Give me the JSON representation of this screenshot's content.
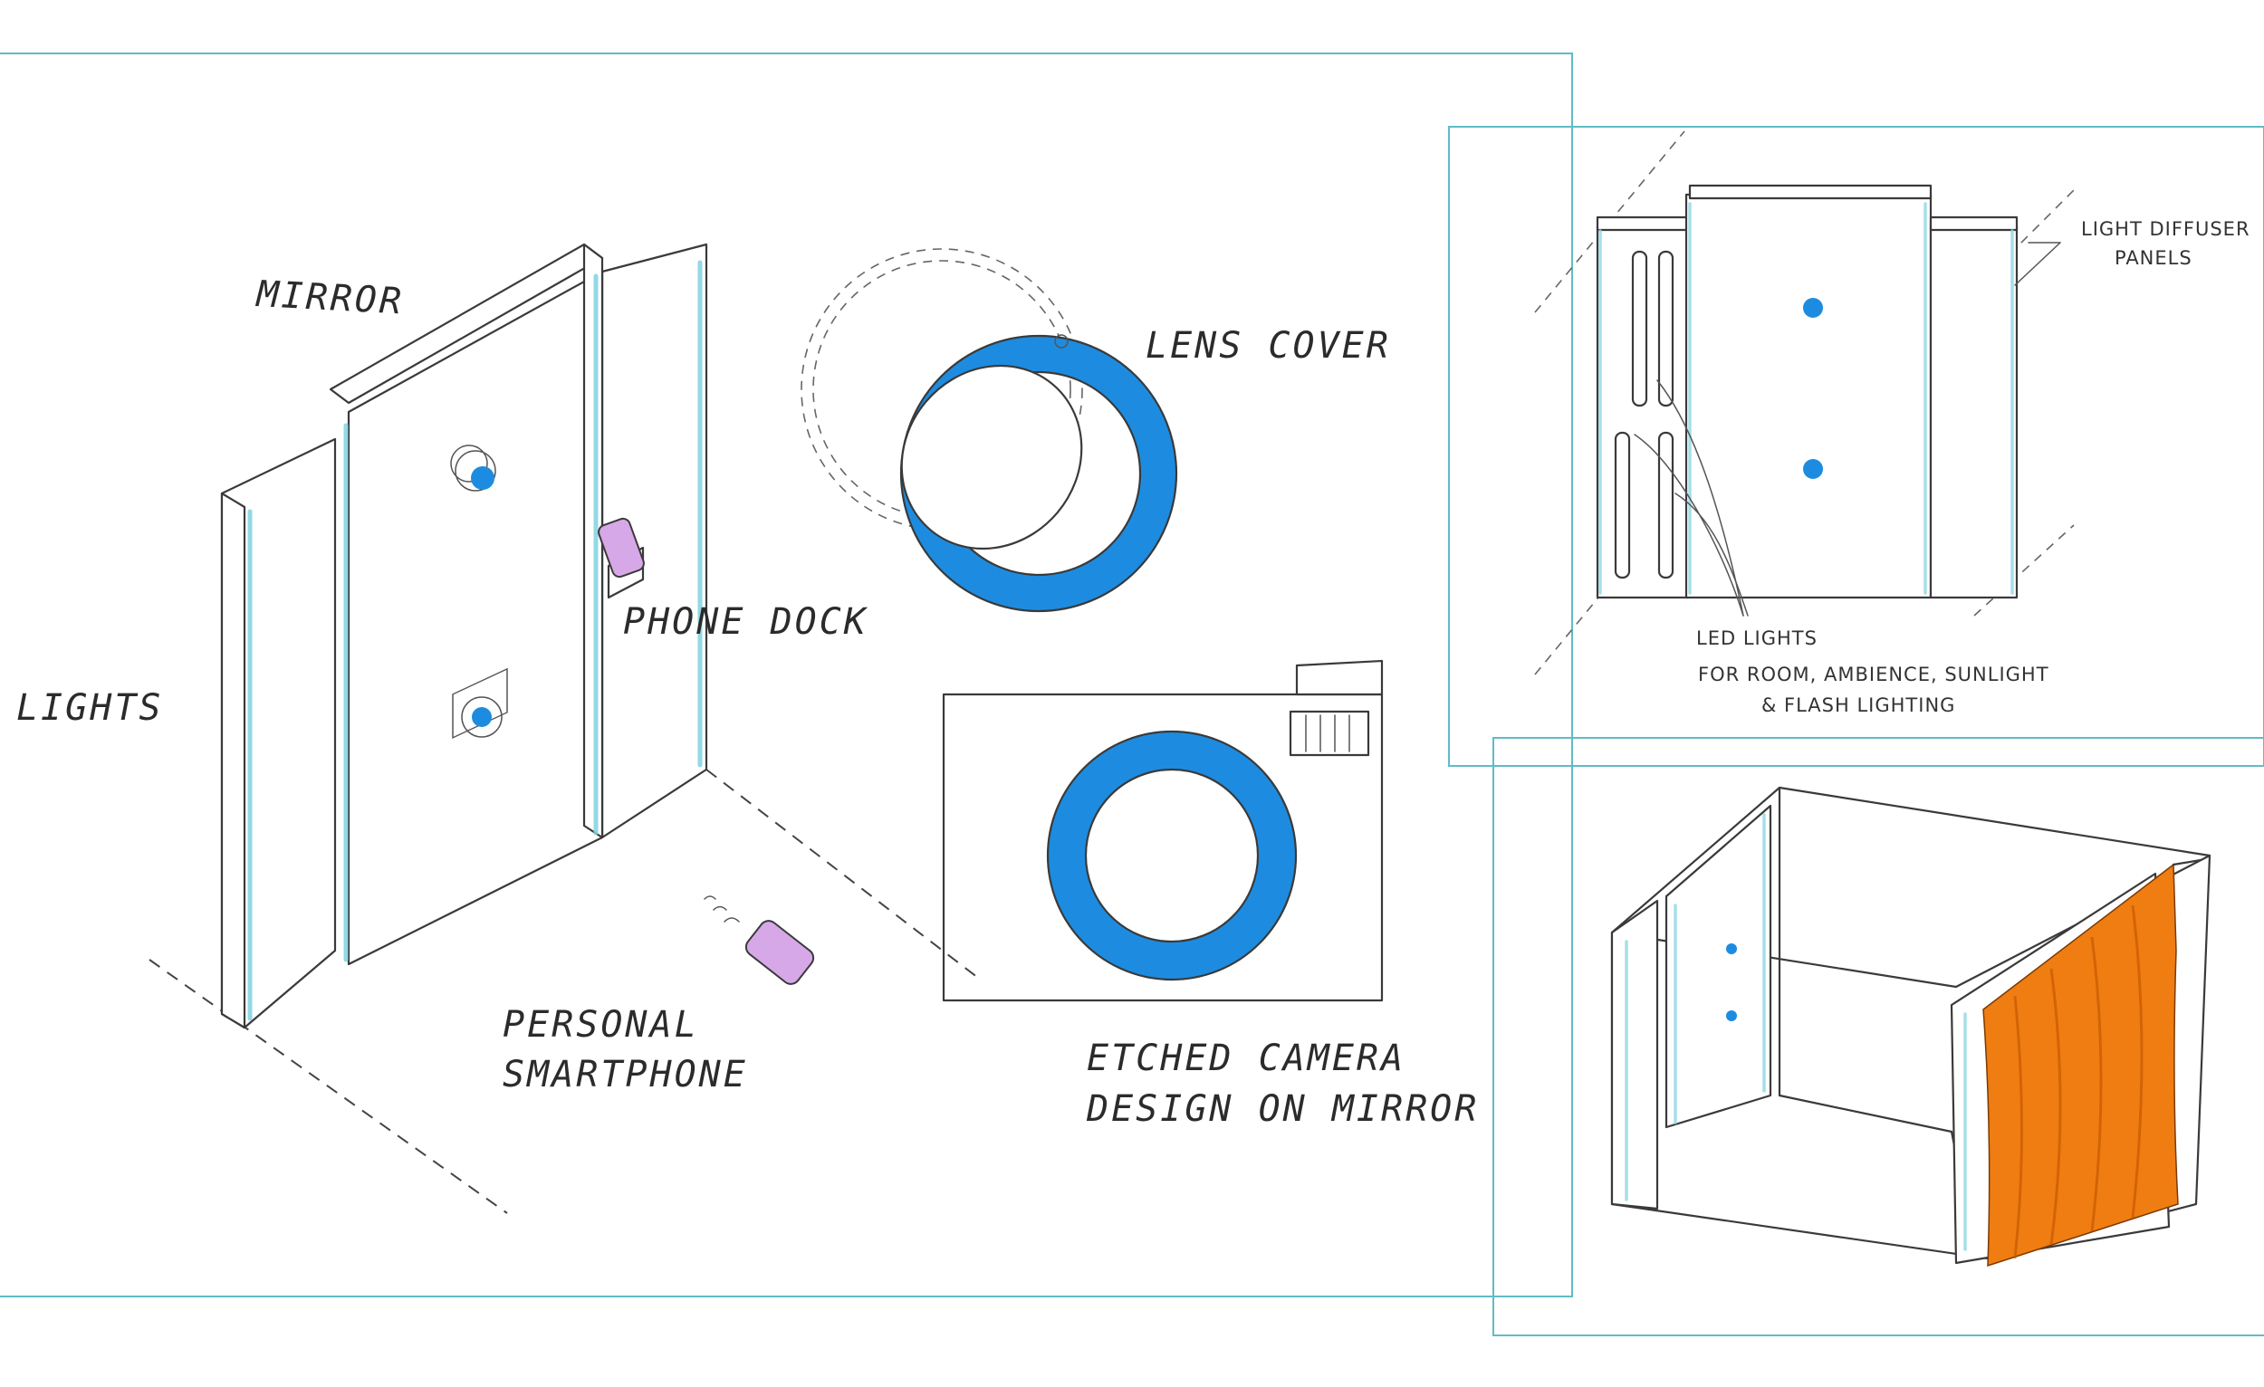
{
  "labels": {
    "mirror": "MIRROR",
    "lights": "LIGHTS",
    "phone_dock": "PHONE DOCK",
    "lens_cover": "LENS COVER",
    "personal_smartphone_line1": "PERSONAL",
    "personal_smartphone_line2": "SMARTPHONE",
    "etched_line1": "ETCHED CAMERA",
    "etched_line2": "DESIGN ON MIRROR",
    "light_diffuser_line1": "LIGHT DIFFUSER",
    "light_diffuser_line2": "PANELS",
    "led_lights": "LED LIGHTS",
    "led_for_line1": "FOR ROOM, AMBIENCE, SUNLIGHT",
    "led_for_line2": "& FLASH LIGHTING"
  },
  "colors": {
    "frame": "#5fbcc6",
    "accent_blue": "#1d8ce0",
    "light_glow": "#7fd3e0",
    "phone": "#d7a8e8",
    "curtain": "#f07d12"
  }
}
